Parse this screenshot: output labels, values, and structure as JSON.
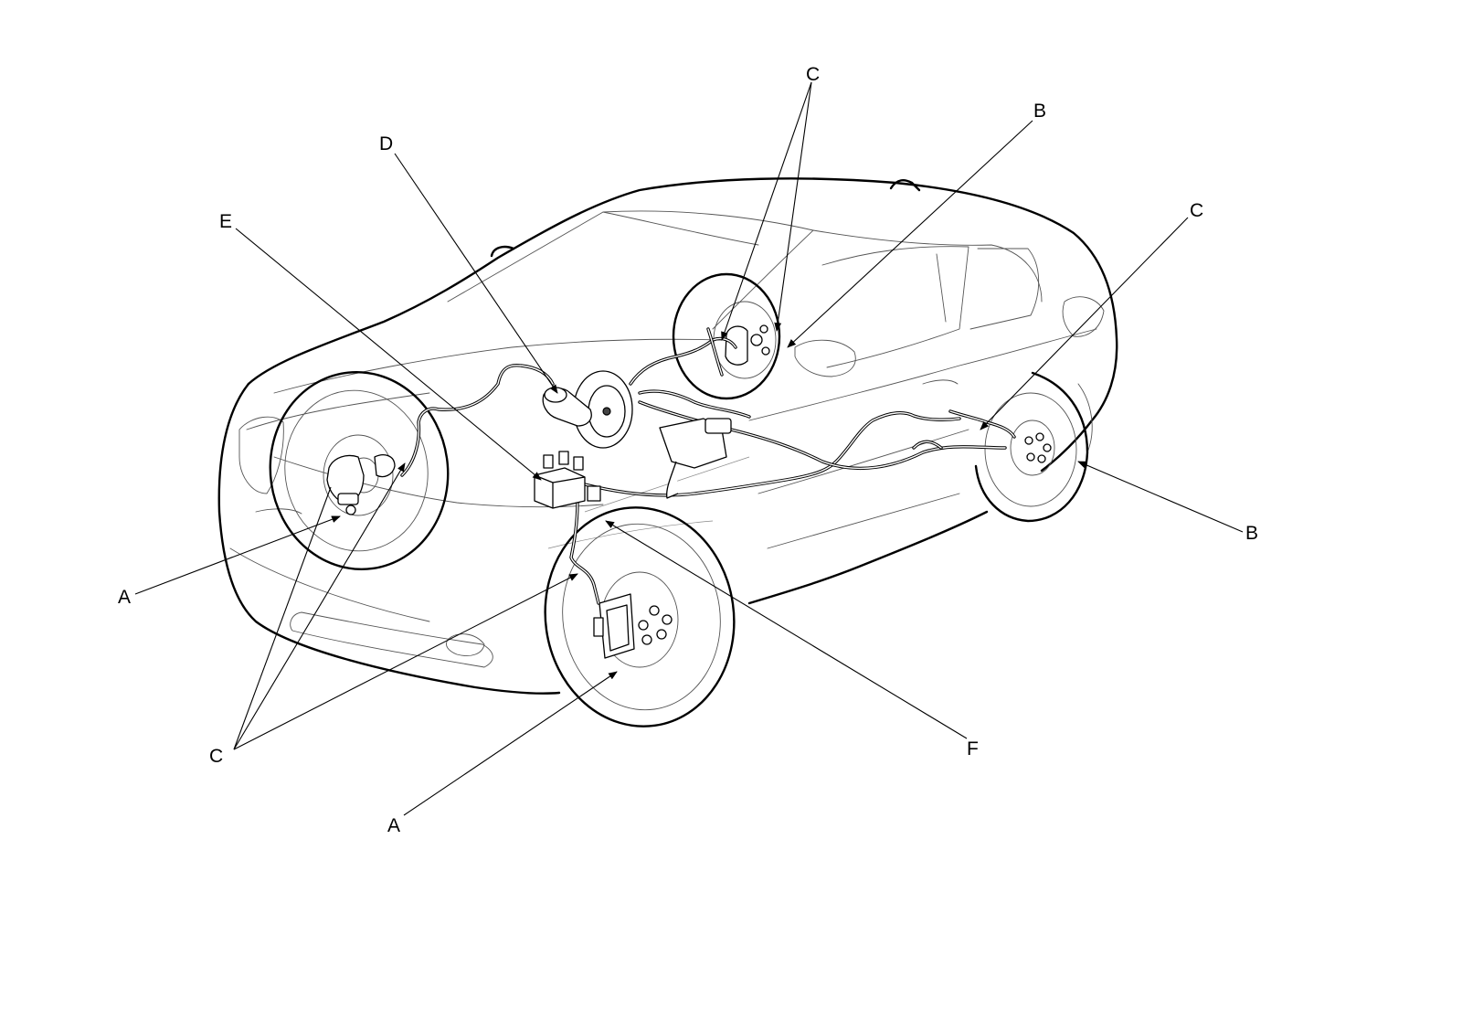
{
  "labels": {
    "A": "A",
    "B": "B",
    "C": "C",
    "D": "D",
    "E": "E",
    "F": "F"
  },
  "colors": {
    "ink": "#000000",
    "background": "#ffffff"
  }
}
